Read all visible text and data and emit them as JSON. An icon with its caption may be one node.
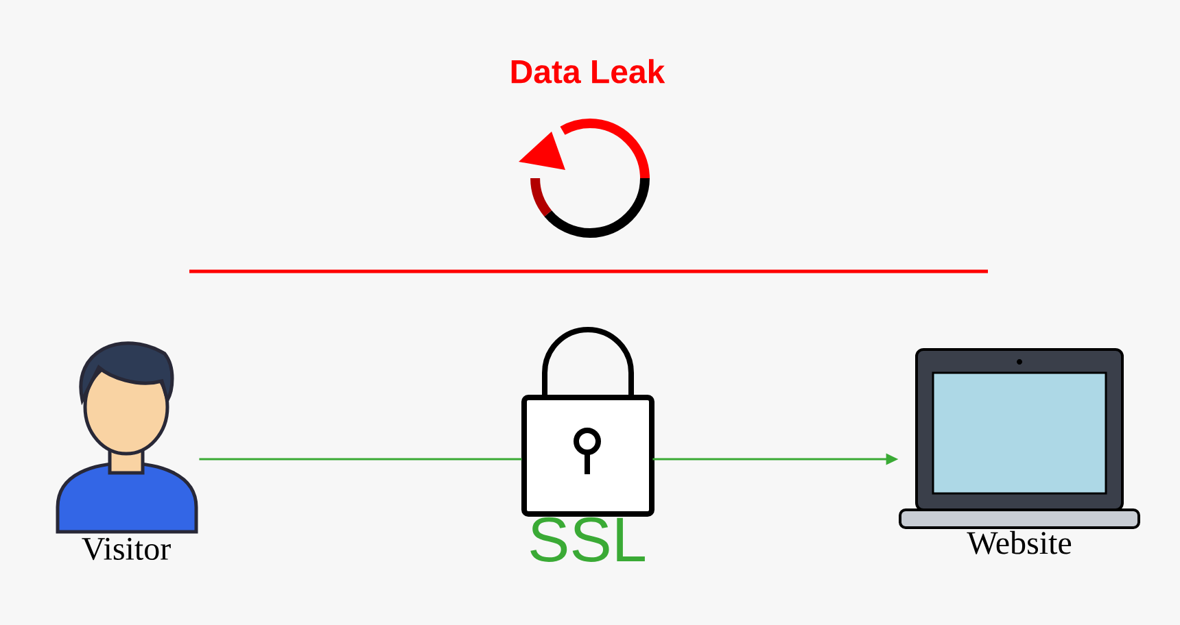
{
  "diagram": {
    "title": "Data Leak",
    "nodes": [
      {
        "text": [
          "Visitor"
        ]
      },
      {
        "text": [
          "SSL"
        ]
      },
      {
        "text": [
          "Website"
        ]
      }
    ],
    "edges": [
      {
        "from": 0,
        "to": 1,
        "arrow": "none"
      },
      {
        "from": 1,
        "to": 2,
        "arrow": "to"
      }
    ]
  }
}
